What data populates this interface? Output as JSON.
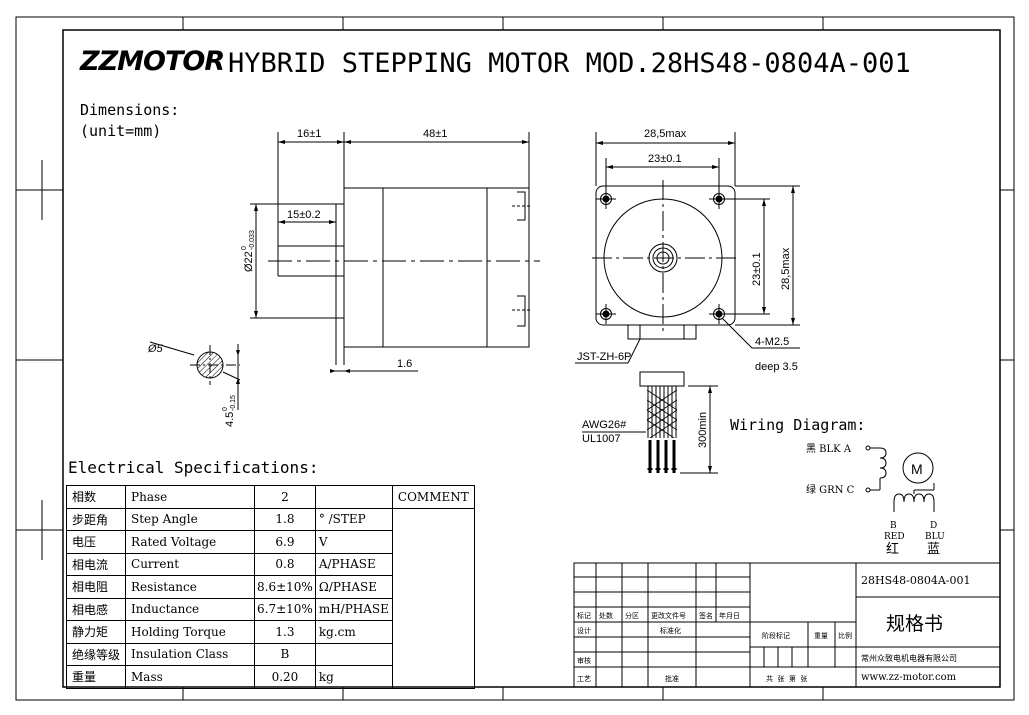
{
  "header": {
    "brand": "ZZMOTOR",
    "title": "HYBRID STEPPING MOTOR MOD.28HS48-0804A-001"
  },
  "dimensions": {
    "label": "Dimensions:",
    "unit": "(unit=mm)",
    "d_16": "16±1",
    "d_48": "48±1",
    "d_15": "15±0.2",
    "d_shaft_main": "Ø22",
    "d_shaft_up": "0",
    "d_shaft_low": "-0.033",
    "d_phi5": "Ø5",
    "d_45_main": "4.5",
    "d_45_up": "0",
    "d_45_low": "-0.15",
    "d_16b": "1.6",
    "d_285_top": "28,5max",
    "d_23_top": "23±0.1",
    "d_23_side": "23±0.1",
    "d_285_side": "28,5max",
    "connector": "JST-ZH-6P",
    "hole_spec": "4-M2.5",
    "hole_depth": "deep 3.5",
    "wire_gauge": "AWG26#",
    "wire_std": "UL1007",
    "wire_len": "300min"
  },
  "wiring": {
    "title": "Wiring Diagram:",
    "a_label": "黑 BLK A",
    "c_label": "绿 GRN C",
    "motor": "M",
    "b_letter": "B",
    "b_color": "RED",
    "b_zh": "红",
    "d_letter": "D",
    "d_color": "BLU",
    "d_zh": "蓝"
  },
  "electrical": {
    "title": "Electrical Specifications:",
    "comment_header": "COMMENT",
    "rows": [
      {
        "zh": "相数",
        "en": "Phase",
        "value": "2",
        "unit": ""
      },
      {
        "zh": "步距角",
        "en": "Step Angle",
        "value": "1.8",
        "unit": "° /STEP"
      },
      {
        "zh": "电压",
        "en": "Rated Voltage",
        "value": "6.9",
        "unit": "V"
      },
      {
        "zh": "相电流",
        "en": "Current",
        "value": "0.8",
        "unit": "A/PHASE"
      },
      {
        "zh": "相电阻",
        "en": "Resistance",
        "value": "8.6±10%",
        "unit": "Ω/PHASE"
      },
      {
        "zh": "相电感",
        "en": "Inductance",
        "value": "6.7±10%",
        "unit": "mH/PHASE"
      },
      {
        "zh": "静力矩",
        "en": "Holding Torque",
        "value": "1.3",
        "unit": "kg.cm"
      },
      {
        "zh": "绝缘等级",
        "en": "Insulation Class",
        "value": "B",
        "unit": ""
      },
      {
        "zh": "重量",
        "en": "Mass",
        "value": "0.20",
        "unit": "kg"
      }
    ]
  },
  "title_block": {
    "model": "28HS48-0804A-001",
    "doc_name": "规格书",
    "company": "常州众致电机电器有限公司",
    "website": "www.zz-motor.com",
    "rev_labels": [
      "标记",
      "处数",
      "分区",
      "更改文件号",
      "签名",
      "年月日"
    ],
    "design": "设计",
    "standard": "标准化",
    "review": "审核",
    "process": "工艺",
    "approve": "批准",
    "stage_mark": "阶段标记",
    "weight": "重量",
    "scale": "比例",
    "sheets": "共  张  第  张"
  }
}
